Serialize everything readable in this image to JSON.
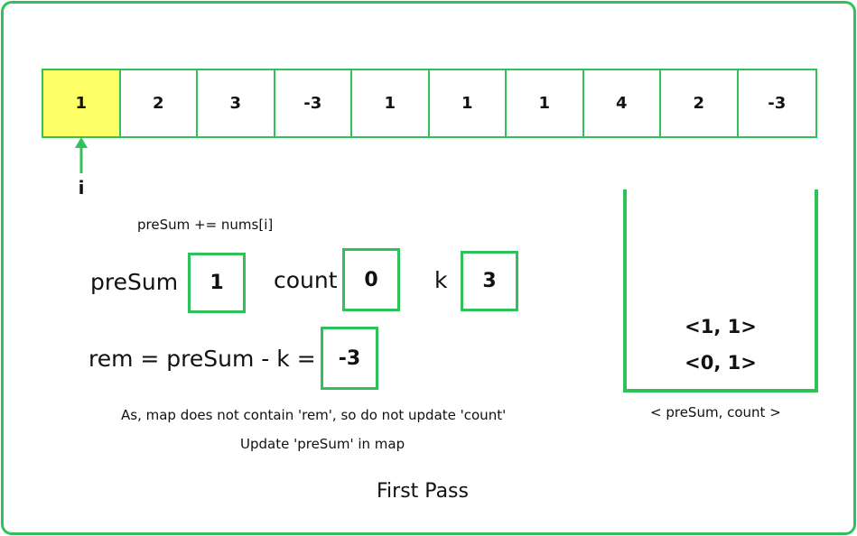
{
  "array": {
    "values": [
      "1",
      "2",
      "3",
      "-3",
      "1",
      "1",
      "1",
      "4",
      "2",
      "-3"
    ],
    "active_index": 0,
    "highlight_color": "#ffff66",
    "border_color": "#2fc25b"
  },
  "pointer_label": "i",
  "step_text": "preSum += nums[i]",
  "variables": {
    "presum_label": "preSum",
    "presum_value": "1",
    "count_label": "count",
    "count_value": "0",
    "k_label": "k",
    "k_value": "3"
  },
  "rem": {
    "label": "rem = preSum - k =",
    "value": "-3"
  },
  "notes": {
    "line1": "As, map does not contain 'rem', so do not update 'count'",
    "line2": "Update 'preSum' in map"
  },
  "map": {
    "entries": [
      "<1, 1>",
      "<0, 1>"
    ],
    "caption": "< preSum, count >"
  },
  "title": "First Pass"
}
